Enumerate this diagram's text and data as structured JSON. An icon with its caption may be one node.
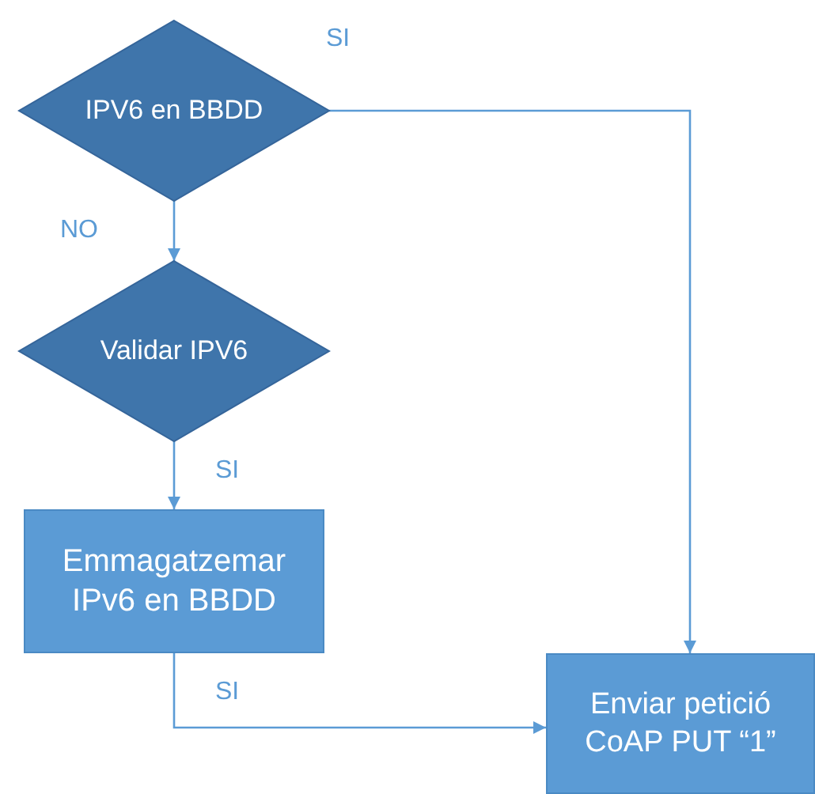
{
  "diagram": {
    "nodes": [
      {
        "text": [
          "IPV6 en BBDD"
        ]
      },
      {
        "text": [
          "Validar IPV6"
        ]
      },
      {
        "text": [
          "Emmagatzemar IPv6 en BBDD"
        ]
      },
      {
        "text": [
          "Enviar petició CoAP PUT “1”"
        ]
      }
    ],
    "edges": [
      {
        "from": 0,
        "to": 3,
        "arrow": "to",
        "label": "SI"
      },
      {
        "from": 0,
        "to": 1,
        "arrow": "to",
        "label": "NO"
      },
      {
        "from": 1,
        "to": 2,
        "arrow": "to",
        "label": "SI"
      },
      {
        "from": 2,
        "to": 3,
        "arrow": "to",
        "label": "SI"
      }
    ]
  }
}
